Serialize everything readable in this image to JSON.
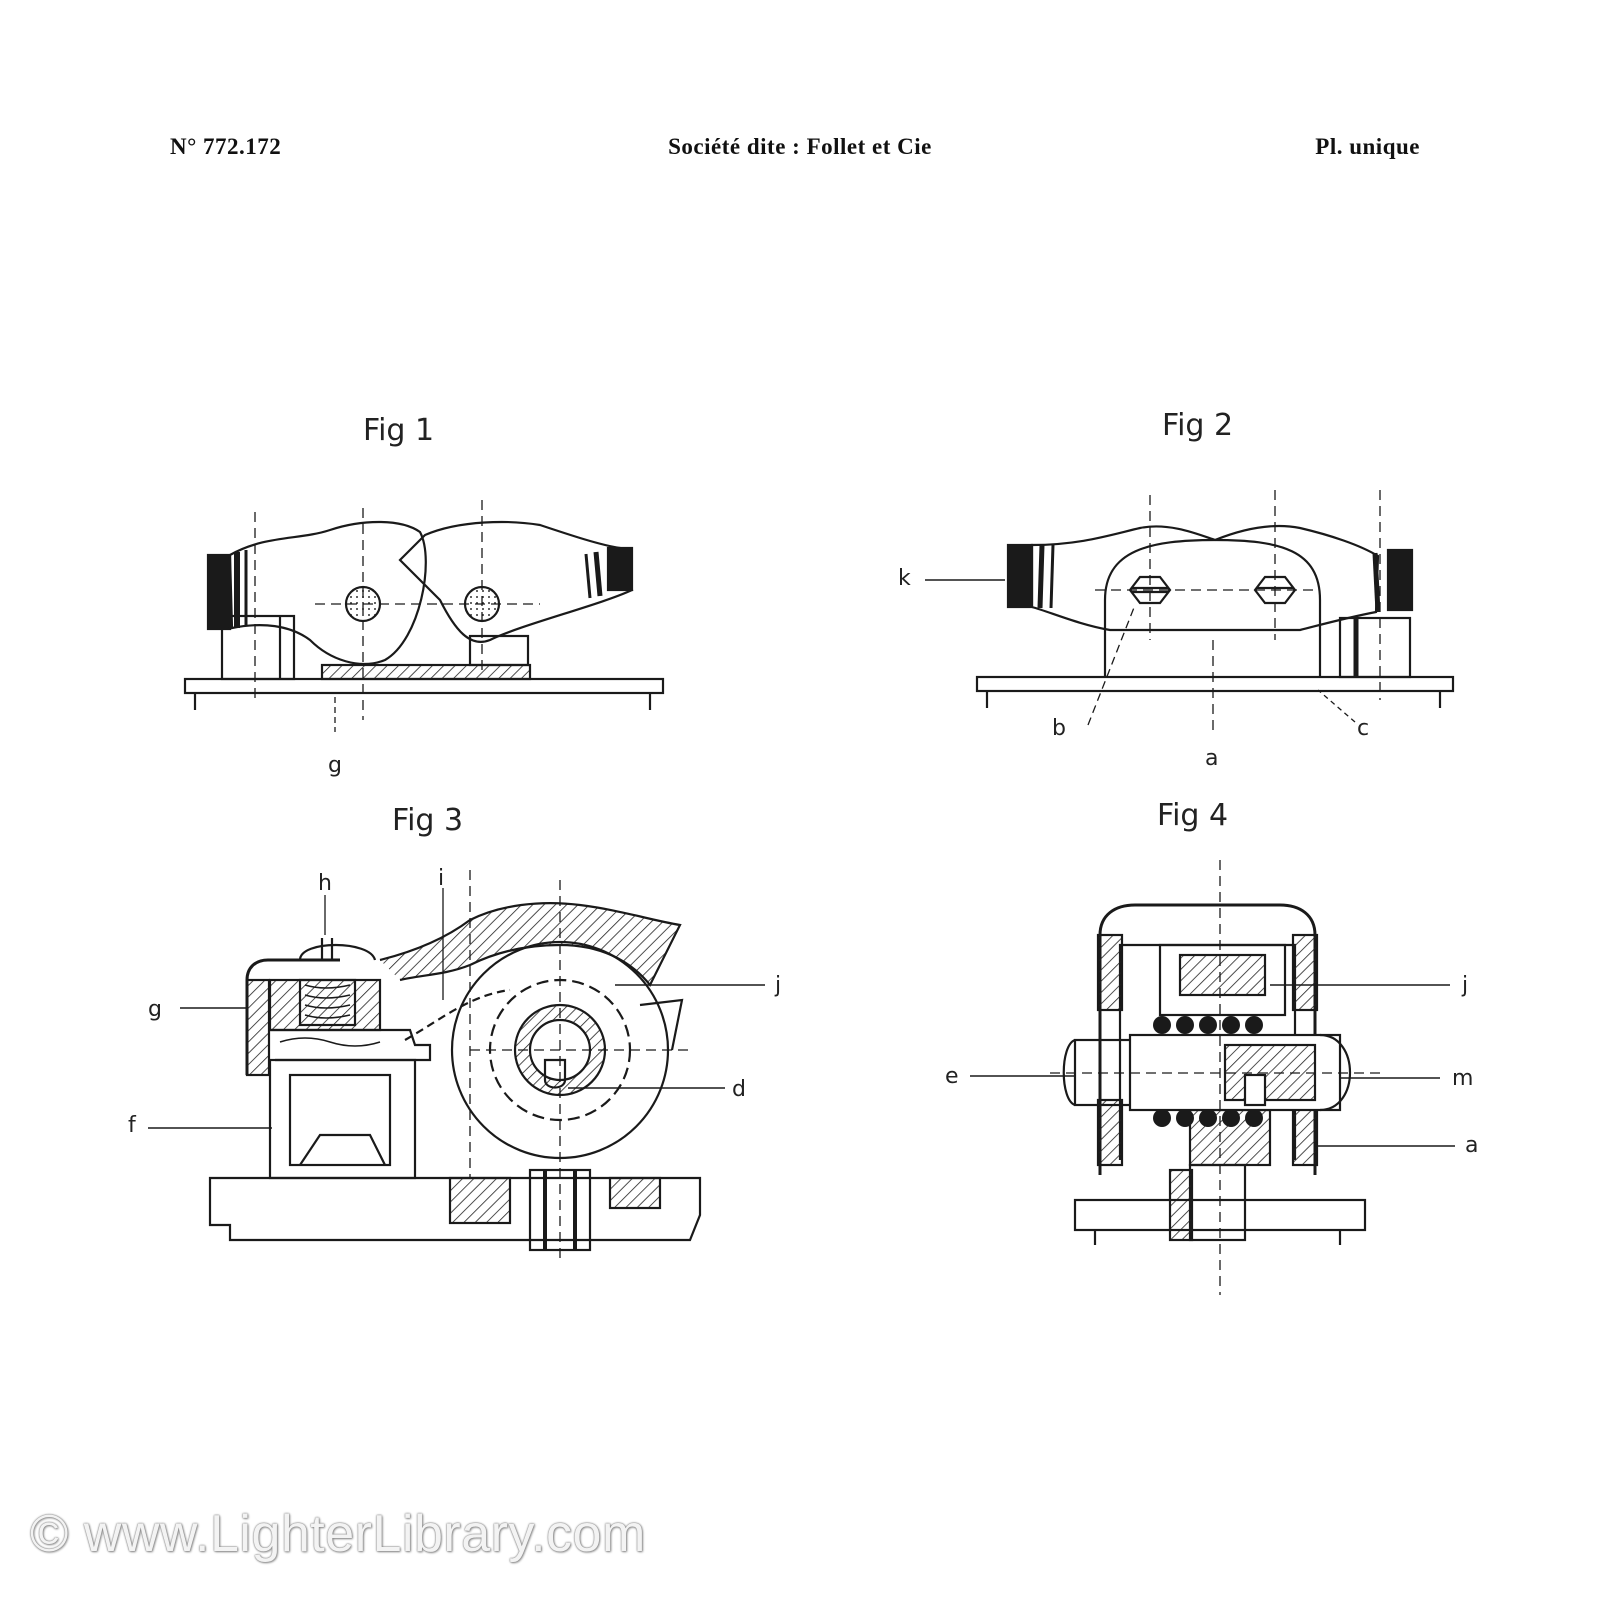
{
  "header": {
    "patent_number": "N° 772.172",
    "applicant": "Société dite : Follet et Cie",
    "plate": "Pl. unique"
  },
  "figures": [
    {
      "label": "Fig 1",
      "letters": [
        "g"
      ]
    },
    {
      "label": "Fig 2",
      "letters": [
        "k",
        "b",
        "a",
        "c"
      ]
    },
    {
      "label": "Fig 3",
      "letters": [
        "h",
        "i",
        "j",
        "g",
        "d",
        "f"
      ]
    },
    {
      "label": "Fig 4",
      "letters": [
        "j",
        "e",
        "m",
        "a"
      ]
    }
  ],
  "watermark": "© www.LighterLibrary.com"
}
